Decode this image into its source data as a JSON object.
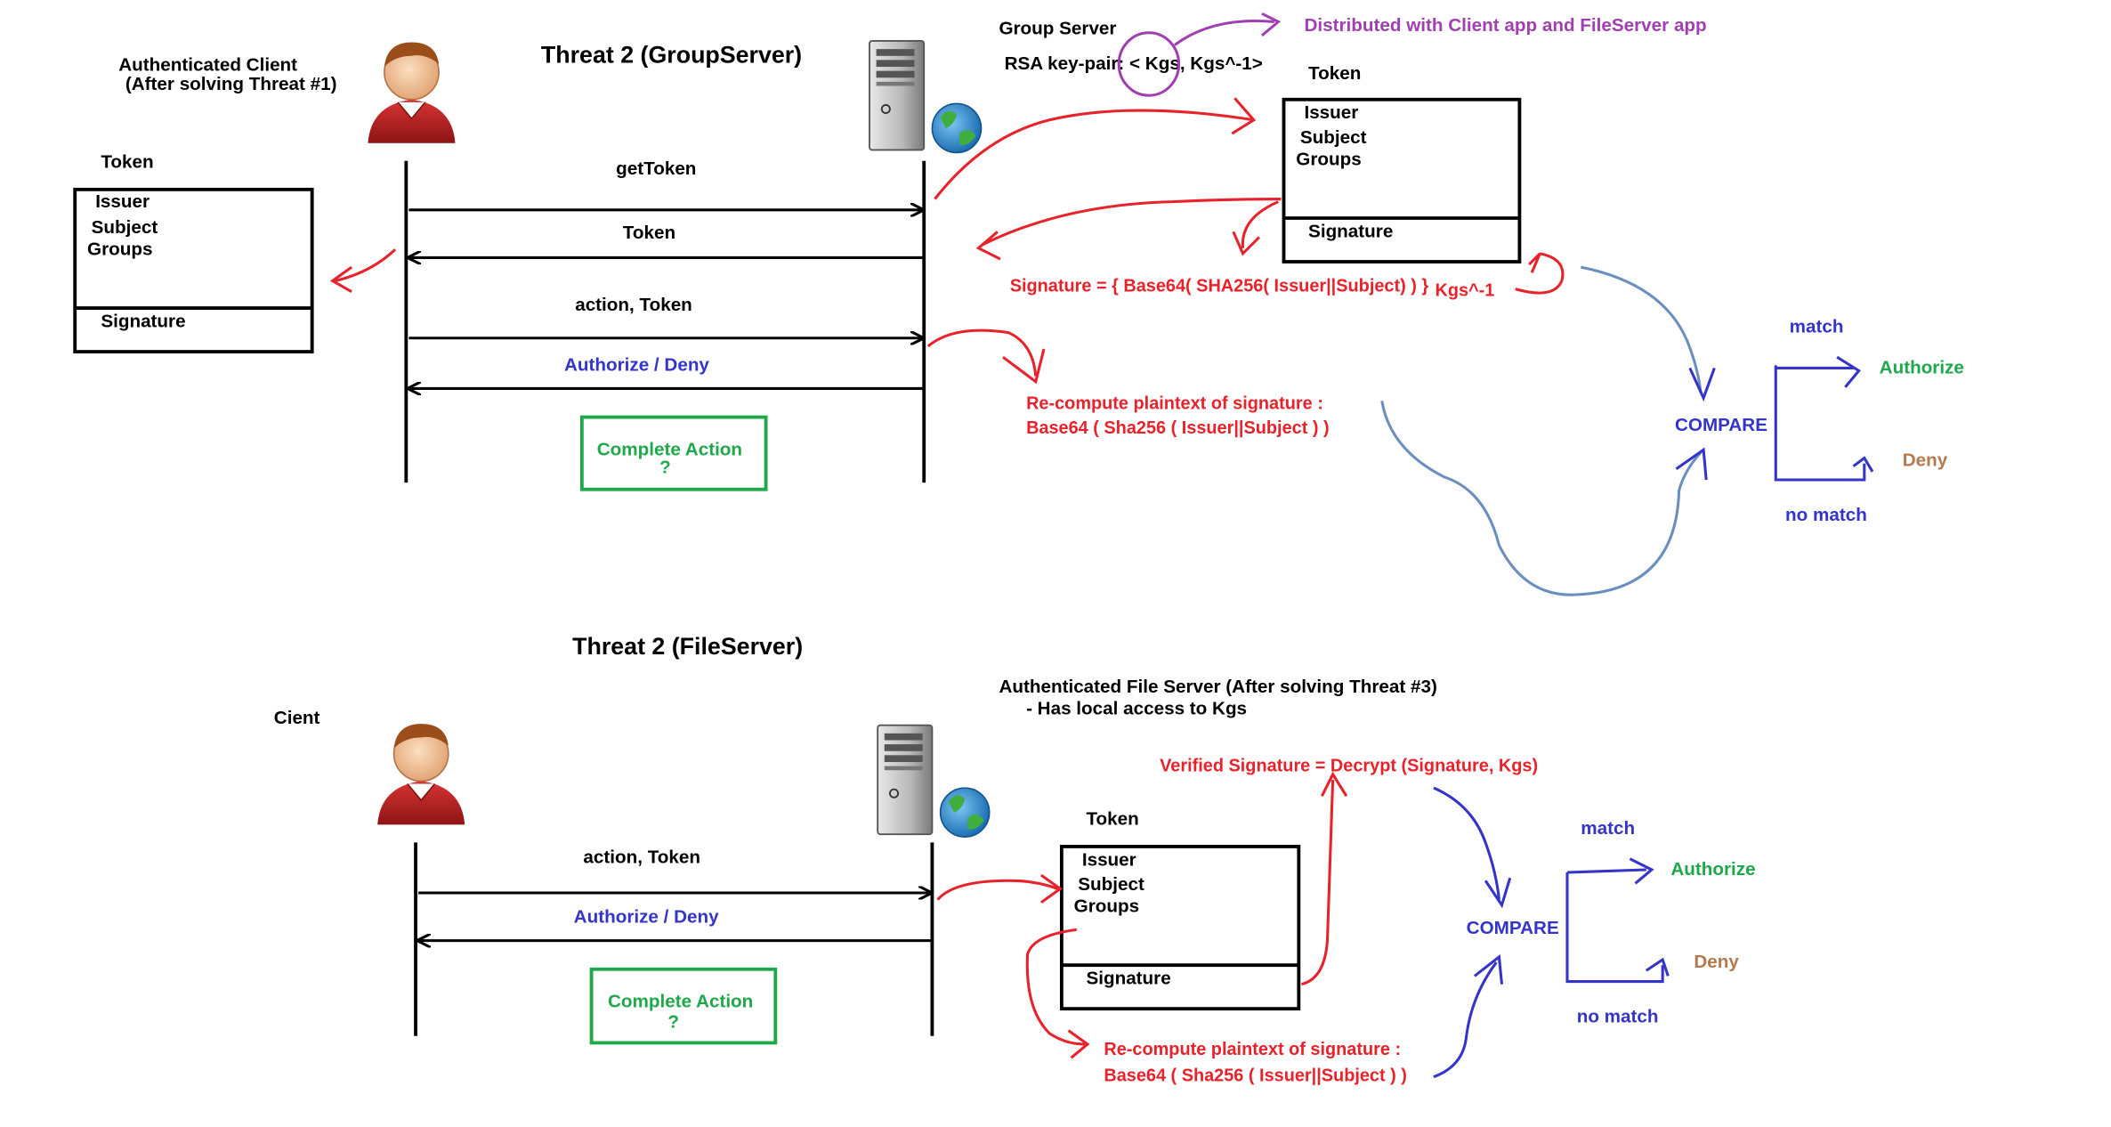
{
  "colors": {
    "red": "#e8222b",
    "blue": "#3434c8",
    "green": "#1fa84a",
    "brown": "#b5794e",
    "purple": "#a040b0",
    "steel": "#6a8fbf"
  },
  "icons": [
    "user-icon",
    "server-icon",
    "globe-icon"
  ],
  "top": {
    "title": "Threat 2 (GroupServer)",
    "client_label_1": "Authenticated   Client",
    "client_label_2": "(After solving Threat #1)",
    "server_label": "Group Server",
    "rsa_label": "RSA key-pair: < Kgs, Kgs^-1>",
    "distributed_note": "Distributed with Client app and FileServer app",
    "client_token": {
      "title": "Token",
      "fields": [
        "Issuer",
        "Subject",
        "Groups"
      ],
      "signature": "Signature"
    },
    "server_token": {
      "title": "Token",
      "fields": [
        "Issuer",
        "Subject",
        "Groups"
      ],
      "signature": "Signature"
    },
    "messages": {
      "get_token": "getToken",
      "token": "Token",
      "action_token": "action, Token",
      "authorize_deny": "Authorize / Deny"
    },
    "complete_action_1": "Complete Action",
    "complete_action_2": "?",
    "signature_formula": "Signature = { Base64( SHA256( Issuer||Subject) ) }",
    "signature_key": "Kgs^-1",
    "recompute_1": "Re-compute plaintext of signature :",
    "recompute_2": "Base64 ( Sha256 ( Issuer||Subject ) )",
    "compare": "COMPARE",
    "match": "match",
    "no_match": "no match",
    "authorize": "Authorize",
    "deny": "Deny"
  },
  "bottom": {
    "title": "Threat 2 (FileServer)",
    "client_label": "Cient",
    "server_label_1": "Authenticated File Server (After  solving Threat #3)",
    "server_label_2": "- Has local access to Kgs",
    "token": {
      "title": "Token",
      "fields": [
        "Issuer",
        "Subject",
        "Groups"
      ],
      "signature": "Signature"
    },
    "messages": {
      "action_token": "action, Token",
      "authorize_deny": "Authorize / Deny"
    },
    "complete_action_1": "Complete Action",
    "complete_action_2": "?",
    "verified": "Verified Signature = Decrypt (Signature, Kgs)",
    "recompute_1": "Re-compute plaintext of signature :",
    "recompute_2": "Base64 ( Sha256 ( Issuer||Subject ) )",
    "compare": "COMPARE",
    "match": "match",
    "no_match": "no match",
    "authorize": "Authorize",
    "deny": "Deny"
  }
}
